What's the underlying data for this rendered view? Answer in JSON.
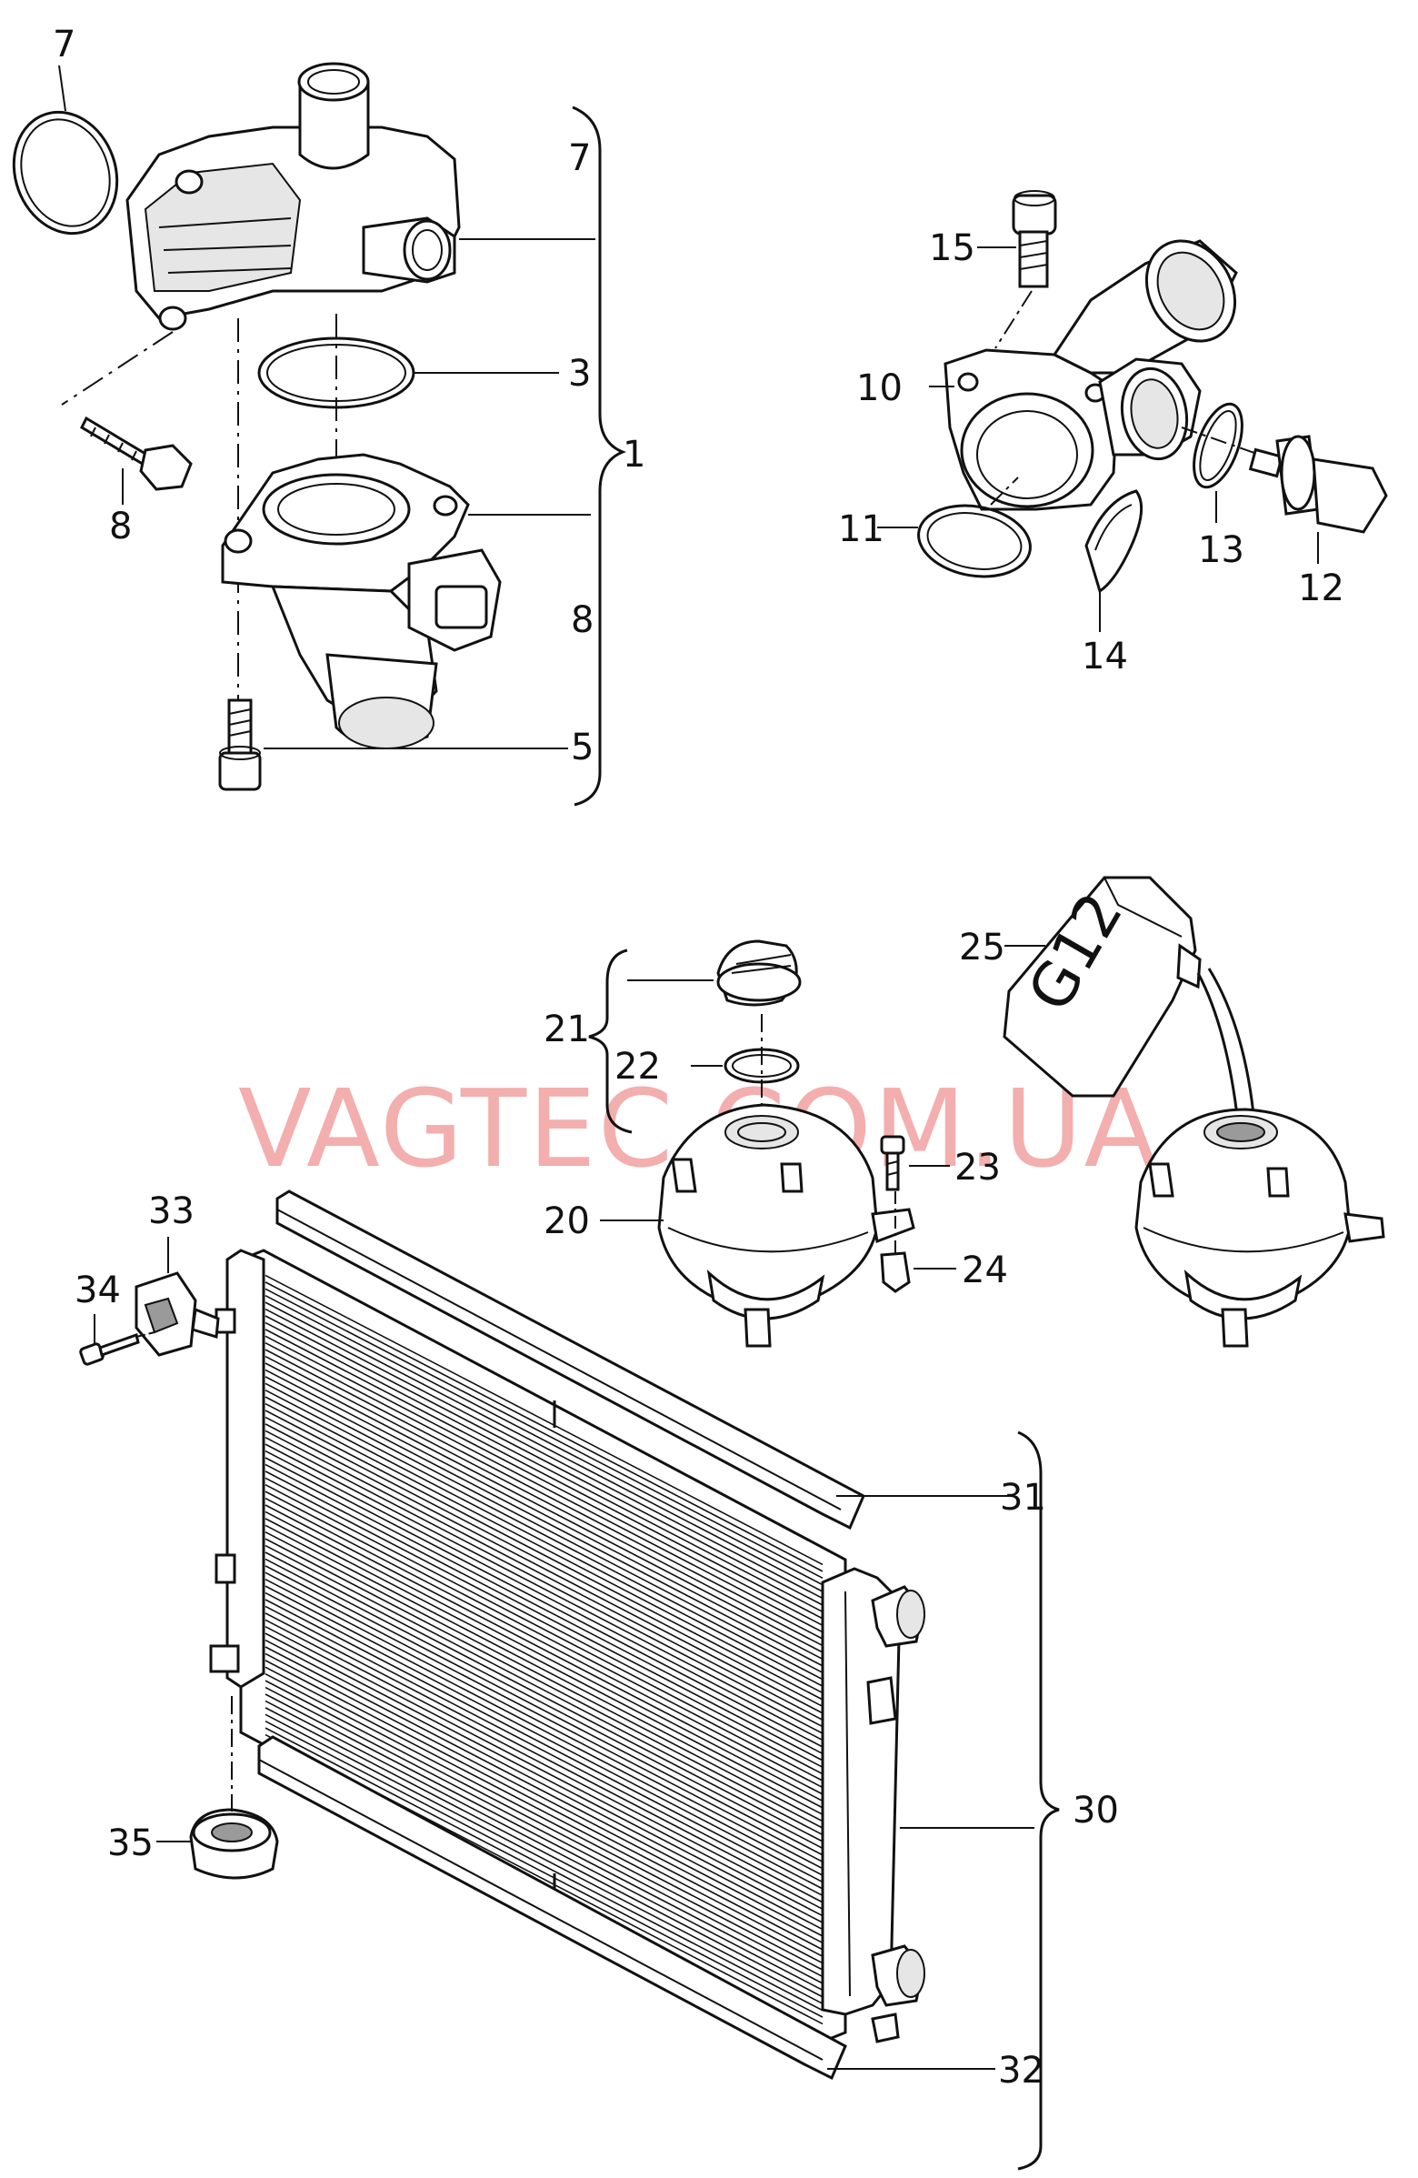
{
  "watermark": "VAGTEC.COM.UA",
  "canister_marking": "G12",
  "callouts": {
    "c7a": "7",
    "c7b": "7",
    "c3": "3",
    "c1": "1",
    "c8a": "8",
    "c8b": "8",
    "c5": "5",
    "c15": "15",
    "c10": "10",
    "c11": "11",
    "c13": "13",
    "c12": "12",
    "c14": "14",
    "c25": "25",
    "c21": "21",
    "c22": "22",
    "c23": "23",
    "c20": "20",
    "c24": "24",
    "c33": "33",
    "c34": "34",
    "c31": "31",
    "c30": "30",
    "c35": "35",
    "c32": "32"
  }
}
